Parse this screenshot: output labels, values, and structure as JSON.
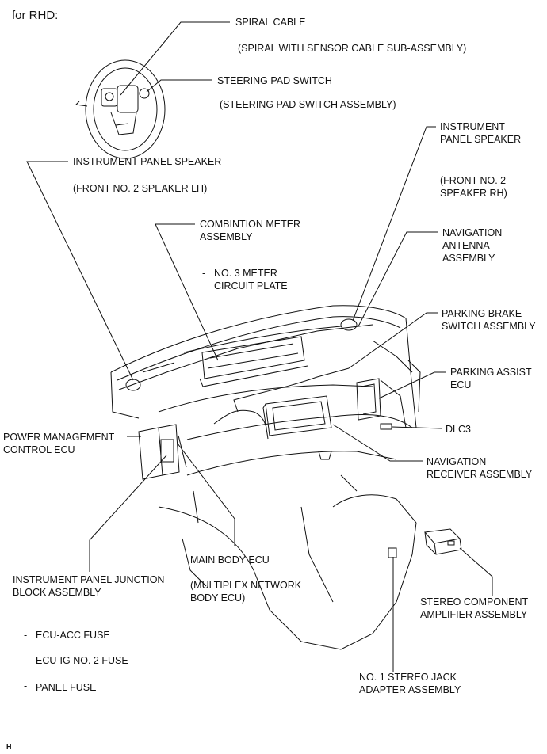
{
  "header": "for RHD:",
  "figure_code": "H",
  "callouts": {
    "spiral_cable": "SPIRAL CABLE",
    "spiral_cable_sub": "(SPIRAL WITH SENSOR CABLE SUB-ASSEMBLY)",
    "steering_pad_switch": "STEERING PAD SWITCH",
    "steering_pad_switch_sub": "(STEERING PAD SWITCH ASSEMBLY)",
    "ip_speaker_rh": "INSTRUMENT\nPANEL SPEAKER",
    "ip_speaker_rh_sub": "(FRONT NO. 2\nSPEAKER RH)",
    "ip_speaker_lh": "INSTRUMENT PANEL SPEAKER",
    "ip_speaker_lh_sub": "(FRONT NO. 2 SPEAKER LH)",
    "combination_meter": "COMBINTION METER\nASSEMBLY",
    "meter_circuit_plate": "NO. 3 METER\nCIRCUIT PLATE",
    "navigation_antenna": "NAVIGATION\nANTENNA\nASSEMBLY",
    "parking_brake_switch": "PARKING BRAKE\nSWITCH ASSEMBLY",
    "parking_assist_ecu": "PARKING ASSIST\nECU",
    "dlc3": "DLC3",
    "power_management_ecu": "POWER MANAGEMENT\nCONTROL ECU",
    "navigation_receiver": "NAVIGATION\nRECEIVER ASSEMBLY",
    "main_body_ecu": "MAIN BODY ECU",
    "main_body_ecu_sub": "(MULTIPLEX NETWORK\nBODY ECU)",
    "ip_junction_block": "INSTRUMENT PANEL JUNCTION\nBLOCK ASSEMBLY",
    "stereo_amplifier": "STEREO COMPONENT\nAMPLIFIER ASSEMBLY",
    "stereo_jack_adapter": "NO. 1 STEREO JACK\nADAPTER ASSEMBLY",
    "fuse_acc": "ECU-ACC FUSE",
    "fuse_ig2": "ECU-IG NO. 2 FUSE",
    "fuse_panel": "PANEL FUSE"
  }
}
